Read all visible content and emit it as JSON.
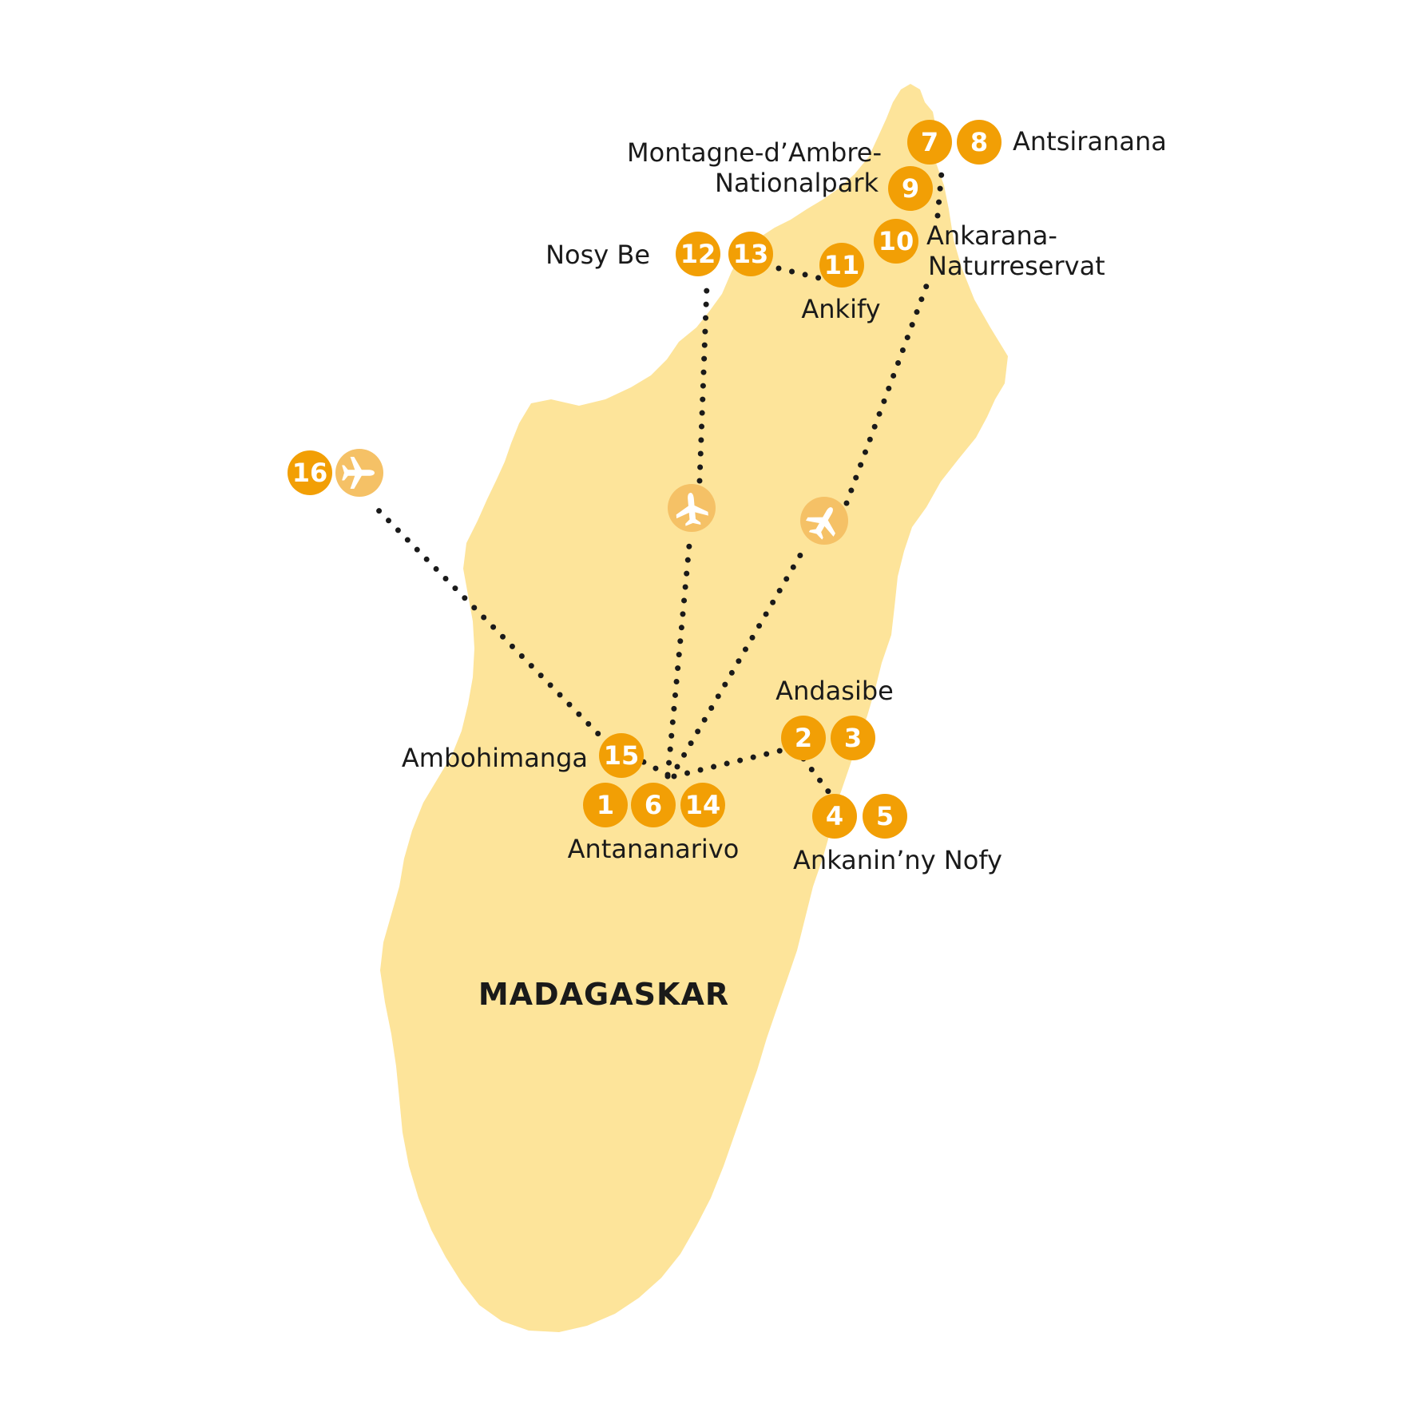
{
  "map": {
    "country_label": "MADAGASKAR",
    "colors": {
      "land": "#fde49a",
      "stop": "#f29f05",
      "flight": "#f5c166",
      "route": "#1a1a1a",
      "text": "#1a1a1a"
    },
    "stops": {
      "s1": "1",
      "s2": "2",
      "s3": "3",
      "s4": "4",
      "s5": "5",
      "s6": "6",
      "s7": "7",
      "s8": "8",
      "s9": "9",
      "s10": "10",
      "s11": "11",
      "s12": "12",
      "s13": "13",
      "s14": "14",
      "s15": "15",
      "s16": "16"
    },
    "places": {
      "antsiranana": "Antsiranana",
      "montagne_line1": "Montagne-d’Ambre-",
      "montagne_line2": "Nationalpark",
      "ankarana_line1": "Ankarana-",
      "ankarana_line2": "Naturreservat",
      "nosy_be": "Nosy Be",
      "ankify": "Ankify",
      "andasibe": "Andasibe",
      "ambohimanga": "Ambohimanga",
      "antananarivo": "Antananarivo",
      "ankanin_ny_nofy": "Ankanin’ny Nofy"
    },
    "flight_icon": "airplane-icon"
  }
}
